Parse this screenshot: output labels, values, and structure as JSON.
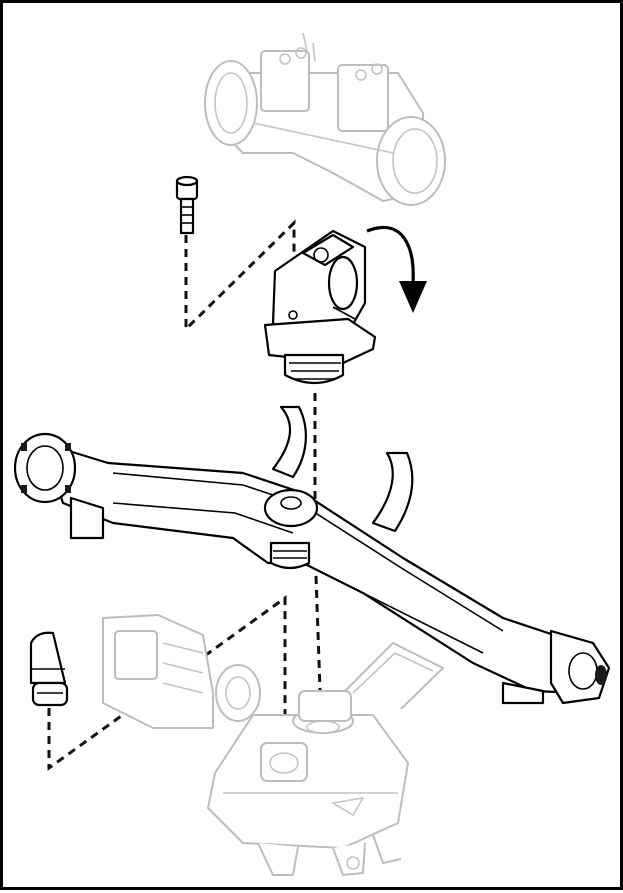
{
  "diagram": {
    "kind": "exploded-assembly",
    "colors": {
      "line": "#000000",
      "fill": "#ffffff",
      "ghost": "#bdbdbd",
      "shade": "#e6e6e6",
      "dash": "#111111"
    },
    "parts": [
      {
        "name": "pipe-coupling-housing",
        "style": "ghost"
      },
      {
        "name": "socket-head-screw",
        "style": "solid"
      },
      {
        "name": "swivel-clamp-bracket",
        "style": "solid"
      },
      {
        "name": "sprinkler-spray-arm",
        "style": "solid"
      },
      {
        "name": "end-plug-cap",
        "style": "solid"
      },
      {
        "name": "nozzle-insert",
        "style": "ghost"
      },
      {
        "name": "u-shaped-retaining-clip",
        "style": "ghost"
      },
      {
        "name": "gear-drive-base",
        "style": "ghost"
      }
    ],
    "annotations": [
      {
        "name": "rotation-direction-arrow",
        "meaning": "clockwise"
      }
    ]
  }
}
